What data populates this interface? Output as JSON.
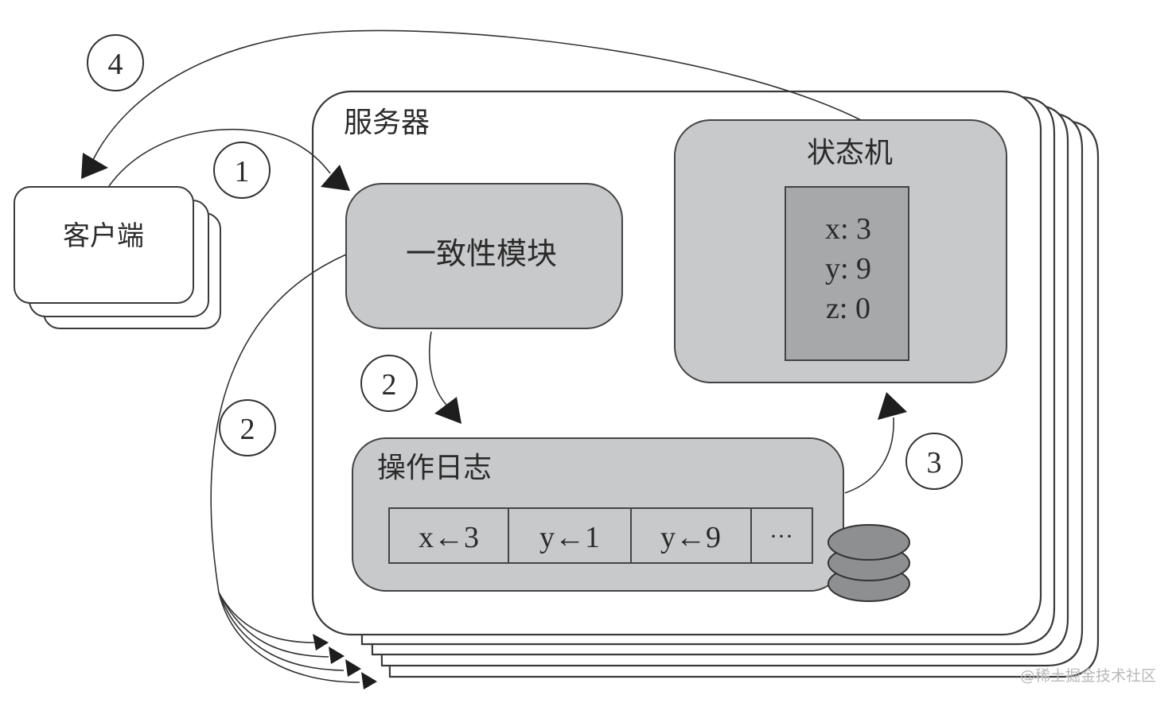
{
  "diagram": {
    "client": {
      "label": "客户端",
      "stack_count": 3
    },
    "server": {
      "label": "服务器",
      "stack_count": 5
    },
    "consensus_module": {
      "label": "一致性模块"
    },
    "state_machine": {
      "label": "状态机",
      "variables": [
        {
          "text": "x: 3"
        },
        {
          "text": "y: 9"
        },
        {
          "text": "z: 0"
        }
      ]
    },
    "operation_log": {
      "label": "操作日志",
      "entries": [
        {
          "text": "x←3"
        },
        {
          "text": "y←1"
        },
        {
          "text": "y←9"
        },
        {
          "text": "···"
        }
      ]
    },
    "steps": [
      {
        "id": "step-1",
        "label": "1",
        "meaning": "客户端 → 一致性模块"
      },
      {
        "id": "step-2a",
        "label": "2",
        "meaning": "一致性模块 → 操作日志"
      },
      {
        "id": "step-2b",
        "label": "2",
        "meaning": "一致性模块 → 其他服务器"
      },
      {
        "id": "step-3",
        "label": "3",
        "meaning": "操作日志 → 状态机"
      },
      {
        "id": "step-4",
        "label": "4",
        "meaning": "状态机 → 客户端"
      }
    ],
    "colors": {
      "module_fill": "#c8c9cb",
      "register_fill": "#a7a8aa",
      "disk_fill": "#8e8f91",
      "stroke": "#333333"
    }
  },
  "watermark": "@稀土掘金技术社区"
}
